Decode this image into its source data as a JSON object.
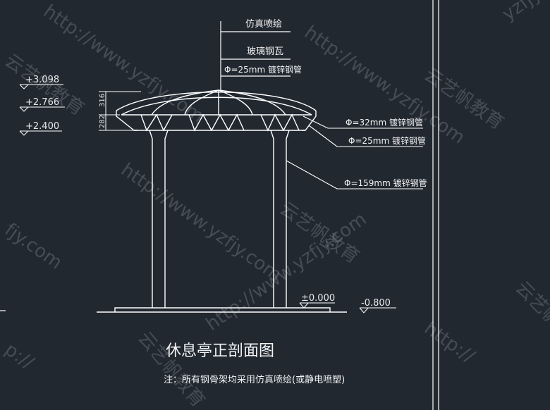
{
  "drawing": {
    "title": "休息亭正剖面图",
    "note": "注：所有钢骨架均采用仿真喷绘(或静电喷塑)",
    "callouts": {
      "top1": "仿真喷绘",
      "top2": "玻璃钢瓦",
      "top3": "Φ=25mm 镀锌钢管",
      "right1": "Φ=32mm 镀锌钢管",
      "right2": "Φ=25mm 镀锌钢管",
      "right3": "Φ=159mm 镀锌钢管"
    },
    "elevations": {
      "e1": "+3.098",
      "e2": "+2.766",
      "e3": "+2.400",
      "ground": "±0.000",
      "below": "-0.800"
    },
    "dims": {
      "d1": "316",
      "d2": "282"
    }
  },
  "watermark": {
    "url": "http://www.yzfjy.com",
    "brand": "云艺帆教育",
    "frag1": "yzfjy",
    "frag2": "fjy.com",
    "frag3": "p://",
    "frag4": "http://"
  },
  "colors": {
    "background": "#212830",
    "lines": "#ffffff"
  }
}
